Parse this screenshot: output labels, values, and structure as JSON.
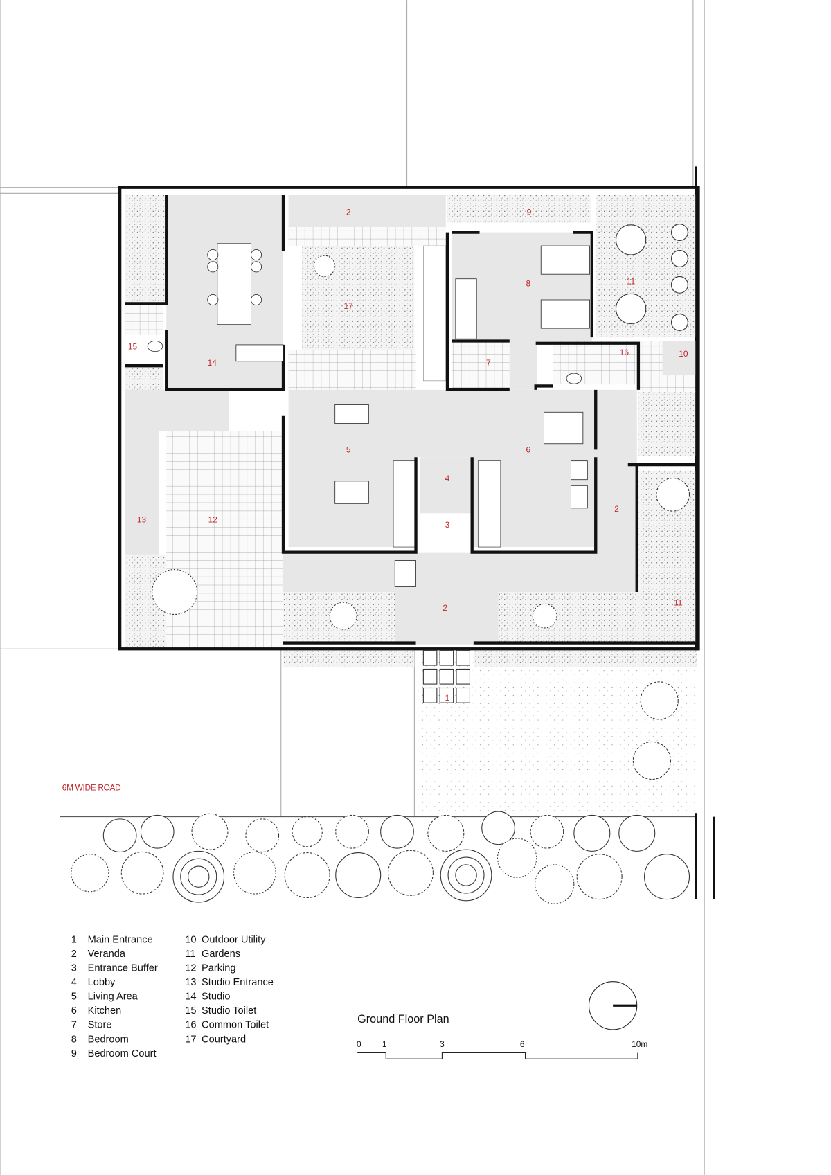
{
  "plan": {
    "title": "Ground Floor Plan",
    "road_label": "6M WIDE ROAD",
    "accent_color": "#c0272d",
    "room_tags": {
      "veranda_top": "2",
      "bedroom_court": "9",
      "bedroom": "8",
      "gardens_top": "11",
      "courtyard": "17",
      "studio_toilet": "15",
      "studio": "14",
      "store": "7",
      "common_toilet": "16",
      "outdoor_utility": "10",
      "living": "5",
      "kitchen": "6",
      "lobby": "4",
      "entrance_buffer": "3",
      "veranda_right": "2",
      "studio_entrance": "13",
      "parking": "12",
      "veranda_front": "2",
      "gardens_front": "11",
      "main_entrance": "1"
    },
    "legend": [
      {
        "num": "1",
        "label": "Main Entrance"
      },
      {
        "num": "2",
        "label": "Veranda"
      },
      {
        "num": "3",
        "label": "Entrance Buffer"
      },
      {
        "num": "4",
        "label": "Lobby"
      },
      {
        "num": "5",
        "label": "Living Area"
      },
      {
        "num": "6",
        "label": "Kitchen"
      },
      {
        "num": "7",
        "label": "Store"
      },
      {
        "num": "8",
        "label": "Bedroom"
      },
      {
        "num": "9",
        "label": "Bedroom Court"
      },
      {
        "num": "10",
        "label": "Outdoor Utility"
      },
      {
        "num": "11",
        "label": "Gardens"
      },
      {
        "num": "12",
        "label": "Parking"
      },
      {
        "num": "13",
        "label": "Studio Entrance"
      },
      {
        "num": "14",
        "label": "Studio"
      },
      {
        "num": "15",
        "label": "Studio Toilet"
      },
      {
        "num": "16",
        "label": "Common Toilet"
      },
      {
        "num": "17",
        "label": "Courtyard"
      }
    ],
    "scale_bar": {
      "ticks": [
        "0",
        "1",
        "3",
        "6",
        "10m"
      ]
    },
    "north_icon": "north-arrow-icon"
  }
}
